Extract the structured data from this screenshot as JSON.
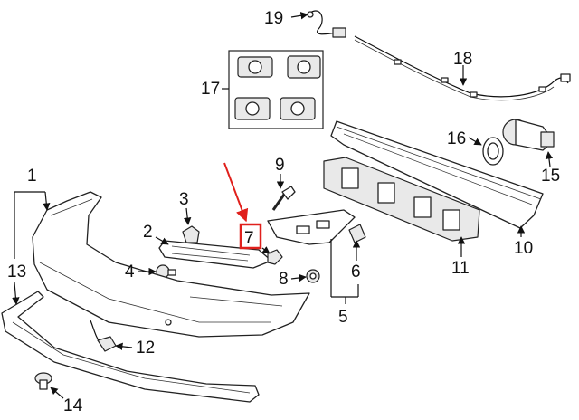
{
  "diagram": {
    "callouts": [
      "1",
      "2",
      "3",
      "4",
      "5",
      "6",
      "7",
      "8",
      "9",
      "10",
      "11",
      "12",
      "13",
      "14",
      "15",
      "16",
      "17",
      "18",
      "19"
    ],
    "highlight_color": "#e0201c"
  }
}
